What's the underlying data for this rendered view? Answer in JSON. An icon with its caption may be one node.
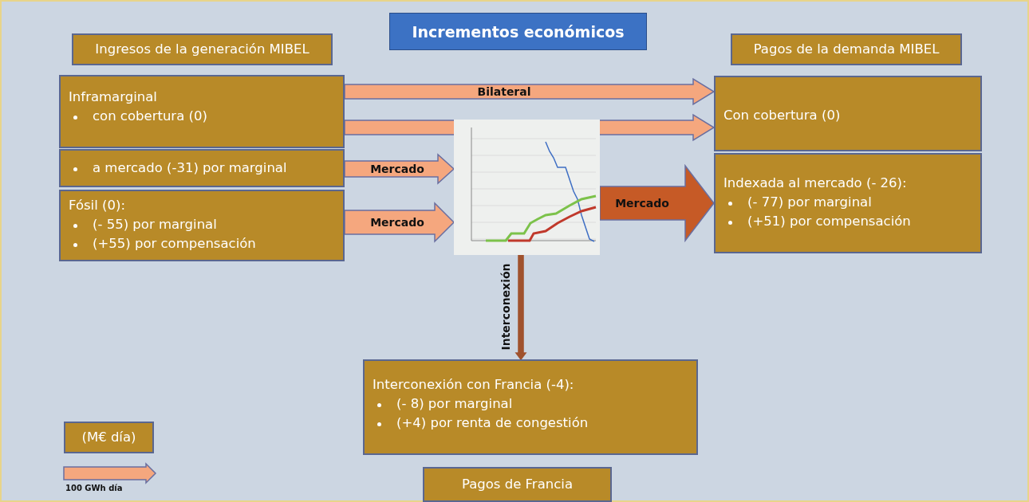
{
  "diagram": {
    "title": "Incrementos económicos",
    "nodes": [
      {
        "text": [
          "Ingresos de la generación MIBEL"
        ]
      },
      {
        "text": [
          "Pagos de la demanda MIBEL"
        ]
      },
      {
        "text": [
          "Inframarginal",
          "con cobertura (0)"
        ]
      },
      {
        "text": [
          "a mercado (-31) por marginal"
        ]
      },
      {
        "text": [
          "Fósil (0):",
          "(- 55) por marginal",
          "(+55) por compensación"
        ]
      },
      {
        "text": [],
        "shape": "picture"
      },
      {
        "text": [
          "Con cobertura (0)"
        ]
      },
      {
        "text": [
          "Indexada al mercado (- 26):",
          "(- 77) por marginal",
          "(+51) por compensación"
        ]
      },
      {
        "text": [
          "Interconexión con Francia (-4):",
          "(- 8) por marginal",
          "(+4) por renta de congestión"
        ]
      },
      {
        "text": [
          "Pagos de Francia"
        ]
      },
      {
        "text": [
          "(M€ día)"
        ]
      }
    ],
    "edges": [
      {
        "from": 2,
        "to": 6,
        "arrow": "to",
        "label": "Bilateral"
      },
      {
        "from": 2,
        "to": 6,
        "arrow": "to"
      },
      {
        "from": 3,
        "to": 5,
        "arrow": "to",
        "label": "Mercado"
      },
      {
        "from": 4,
        "to": 5,
        "arrow": "to",
        "label": "Mercado"
      },
      {
        "from": 5,
        "to": 7,
        "arrow": "to",
        "label": "Mercado",
        "color": "#c65a26"
      },
      {
        "from": 5,
        "to": 8,
        "arrow": "to",
        "label": "Interconexión",
        "color": "#a0522d"
      }
    ],
    "legend": [
      {
        "text": "100 GWh día"
      }
    ]
  }
}
